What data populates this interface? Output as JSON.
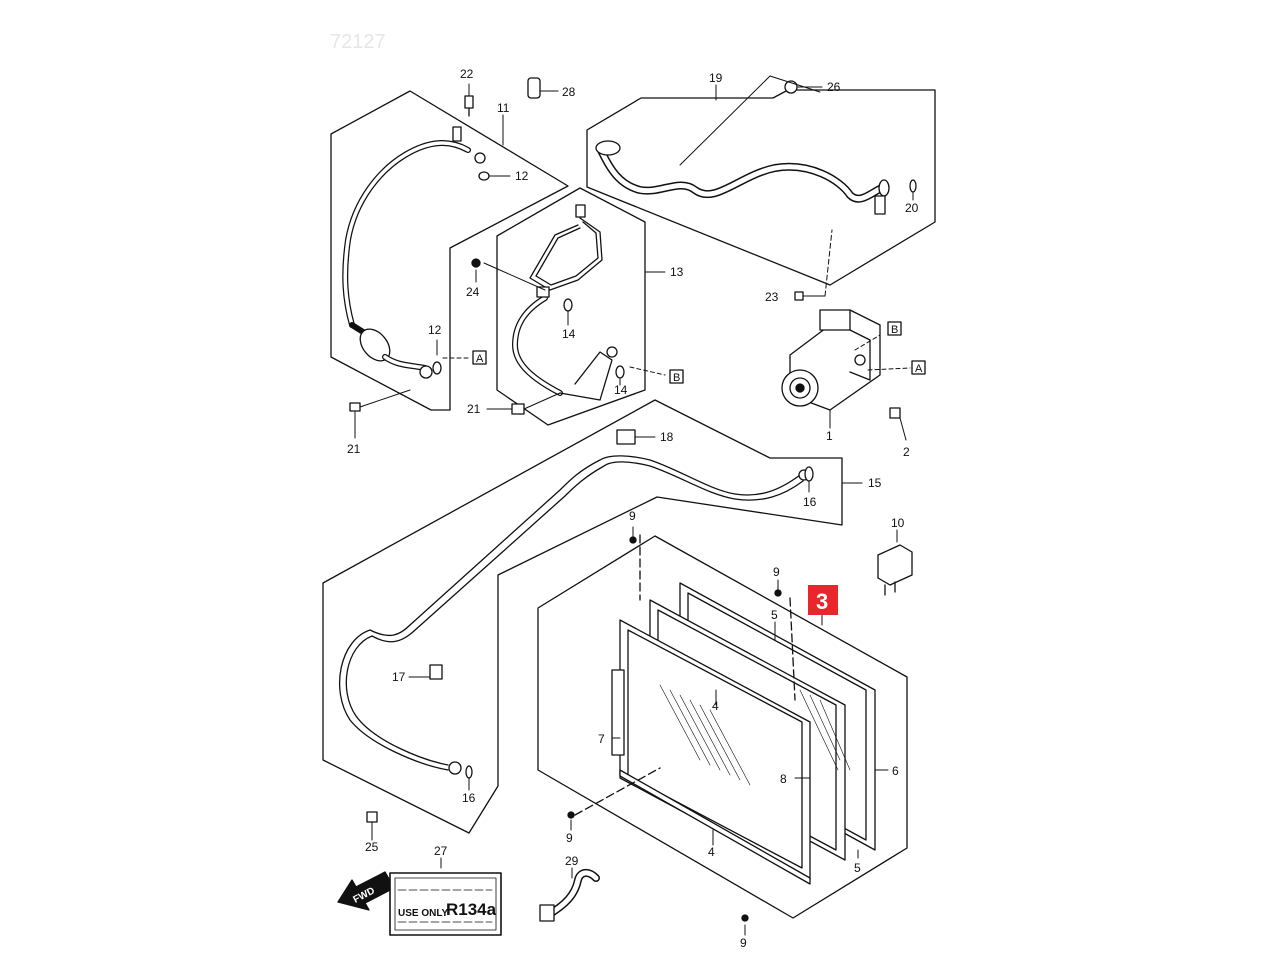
{
  "watermark": "72127",
  "highlight": {
    "label": "3",
    "color": "#e8262b"
  },
  "callouts": {
    "c1": "1",
    "c2": "2",
    "c4a": "4",
    "c4b": "4",
    "c5a": "5",
    "c5b": "5",
    "c6": "6",
    "c7": "7",
    "c8": "8",
    "c9a": "9",
    "c9b": "9",
    "c9c": "9",
    "c9d": "9",
    "c10": "10",
    "c11": "11",
    "c12a": "12",
    "c12b": "12",
    "c13": "13",
    "c14a": "14",
    "c14b": "14",
    "c15": "15",
    "c16a": "16",
    "c16b": "16",
    "c17": "17",
    "c18": "18",
    "c19": "19",
    "c20": "20",
    "c21a": "21",
    "c21b": "21",
    "c22": "22",
    "c23": "23",
    "c24": "24",
    "c25": "25",
    "c26": "26",
    "c27": "27",
    "c28": "28",
    "c29": "29"
  },
  "refs": {
    "a1": "A",
    "a2": "A",
    "b1": "B",
    "b2": "B"
  },
  "fwd_label": "FWD",
  "refrigerant_label": {
    "prefix": "USE ONLY",
    "refrigerant": "R134a"
  }
}
